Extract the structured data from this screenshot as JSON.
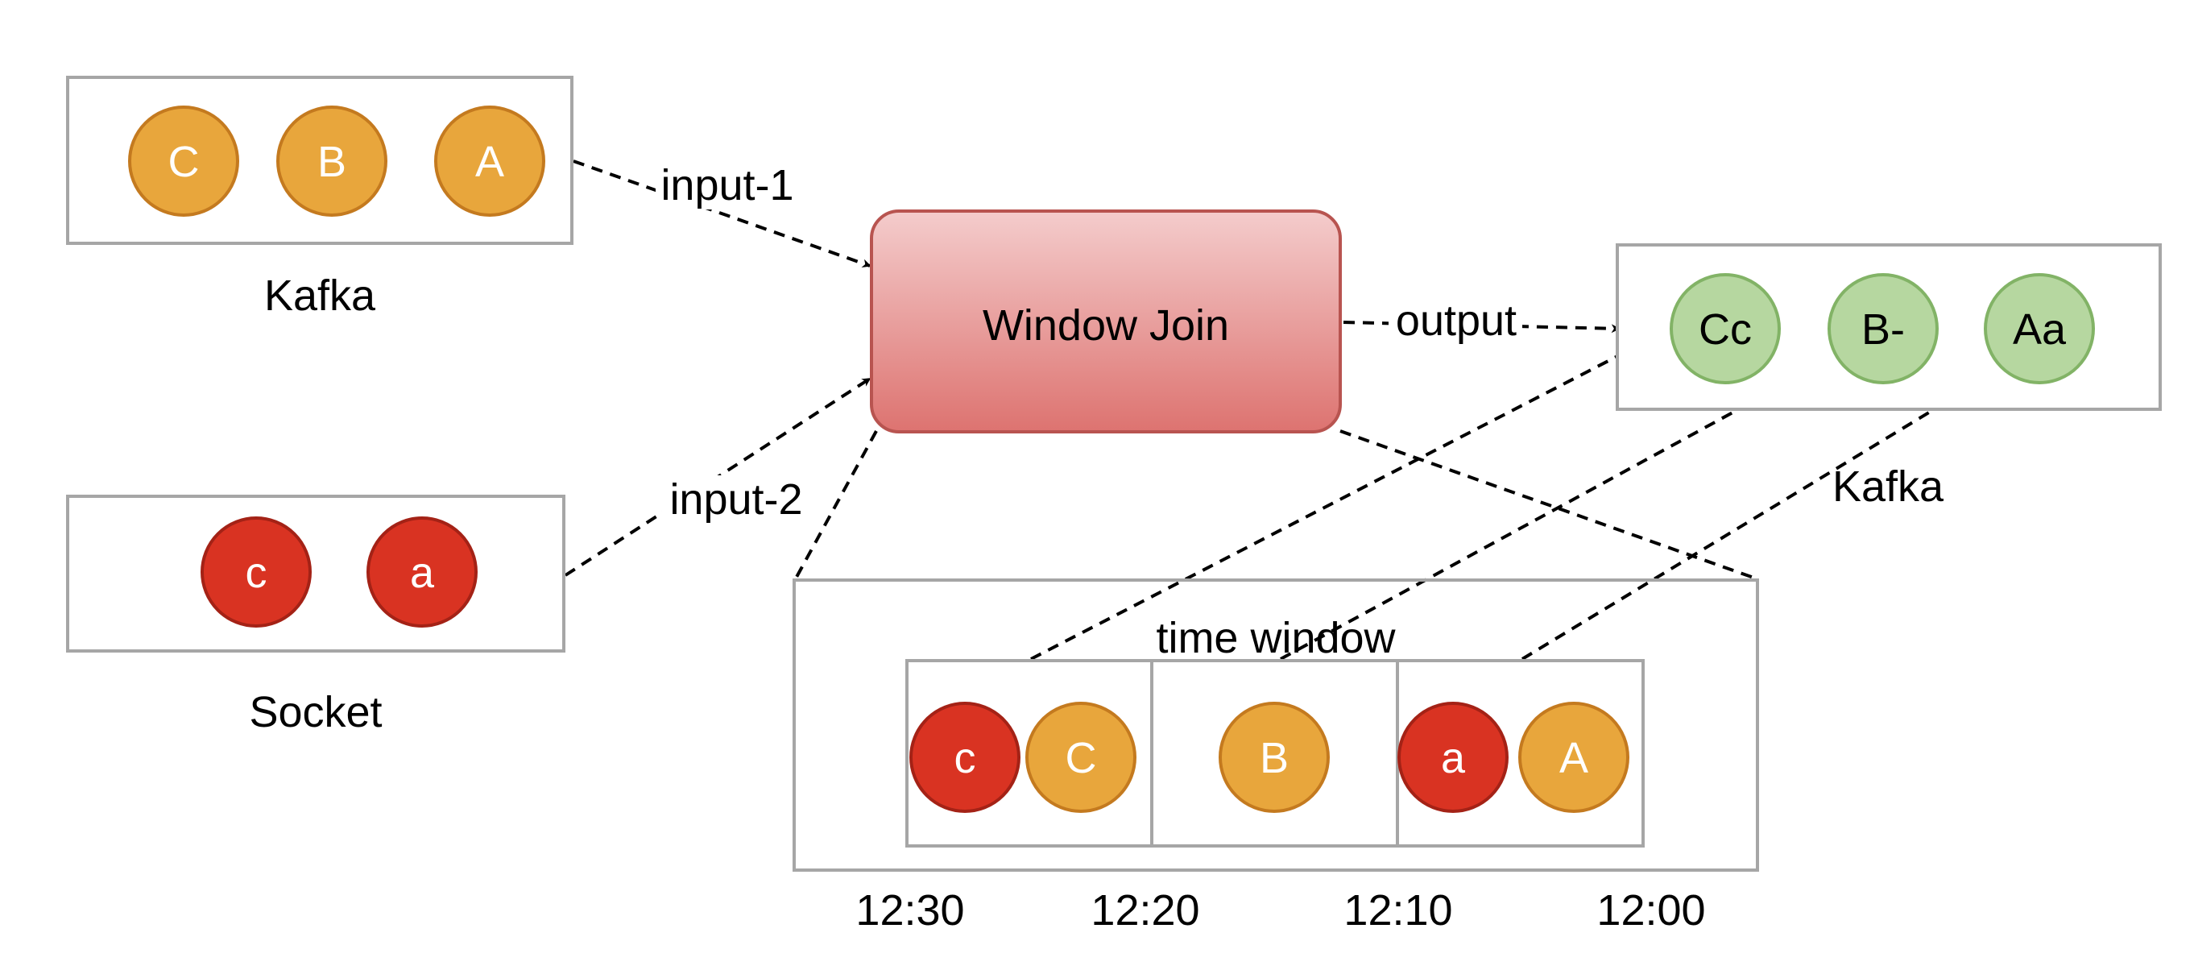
{
  "colors": {
    "orange_fill": "#E8A63C",
    "orange_stroke": "#C47A1F",
    "red_fill": "#D93322",
    "red_stroke": "#A42216",
    "green_fill": "#B6D7A0",
    "green_stroke": "#82B366",
    "join_top": "#F4CCCC",
    "join_bottom": "#DD7370",
    "join_stroke": "#B85450",
    "box_stroke": "#A6A6A6"
  },
  "source_kafka": {
    "label": "Kafka",
    "events": [
      "C",
      "B",
      "A"
    ]
  },
  "source_socket": {
    "label": "Socket",
    "events": [
      "c",
      "a"
    ]
  },
  "operator": {
    "label": "Window Join"
  },
  "sink_kafka": {
    "label": "Kafka",
    "events": [
      "Cc",
      "B-",
      "Aa"
    ]
  },
  "edges": {
    "input1": "input-1",
    "input2": "input-2",
    "output": "output"
  },
  "time_window": {
    "label": "time window",
    "cells": [
      [
        "c",
        "C"
      ],
      [
        "B"
      ],
      [
        "a",
        "A"
      ]
    ],
    "ticks": [
      "12:30",
      "12:20",
      "12:10",
      "12:00"
    ]
  }
}
